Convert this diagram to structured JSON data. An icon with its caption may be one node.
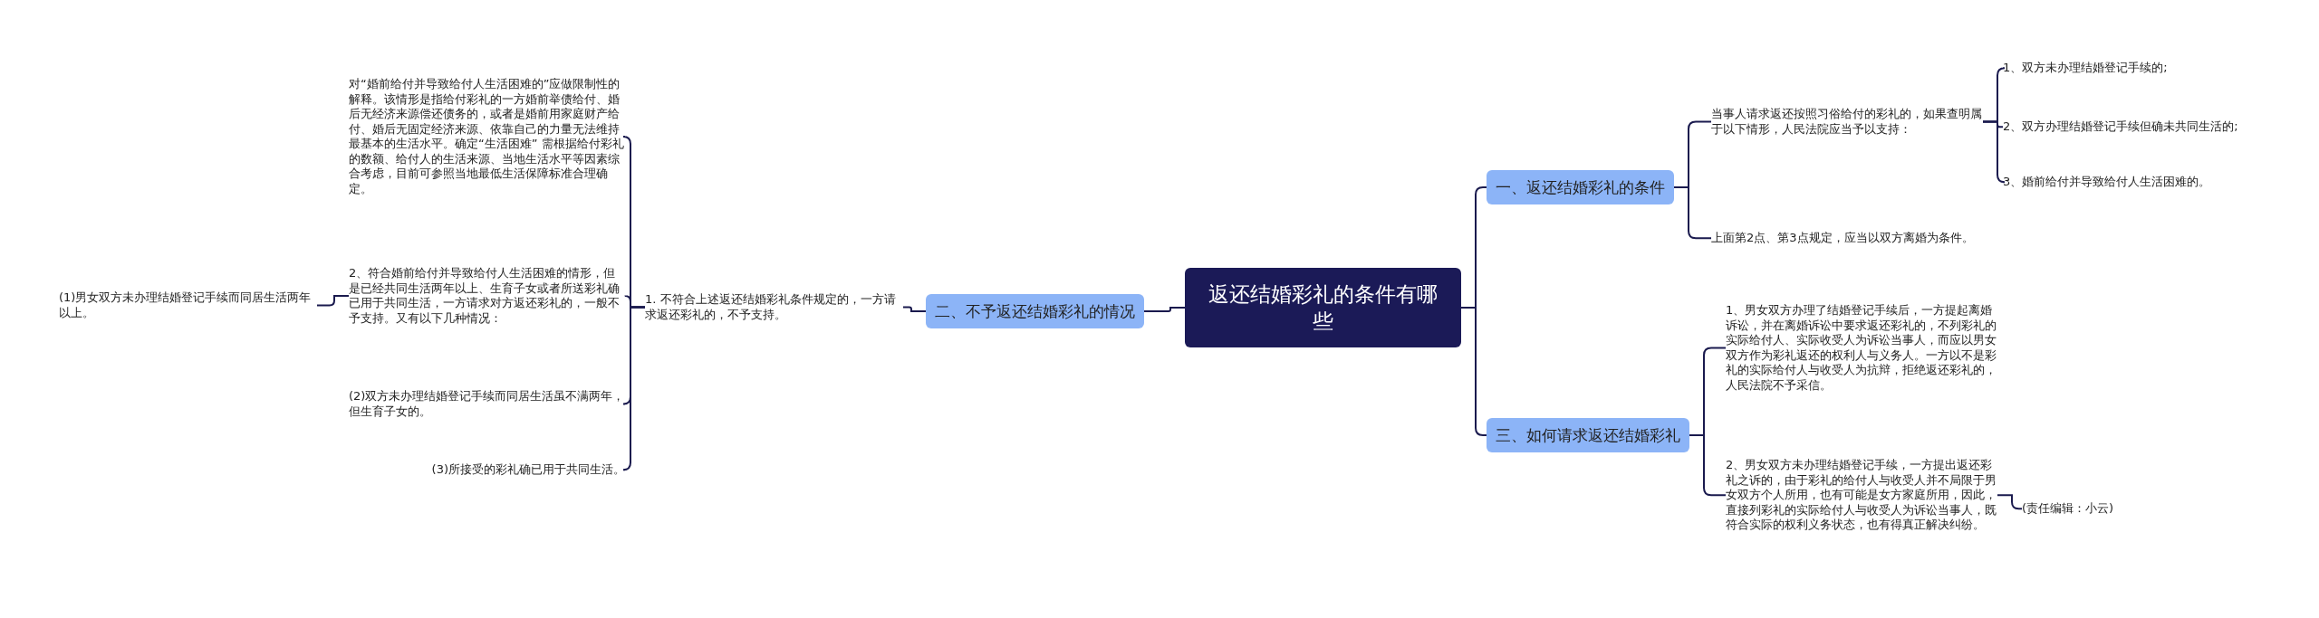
{
  "diagram": {
    "nodes": [
      {
        "text": [
          "返还结婚彩礼的条件有哪些"
        ]
      },
      {
        "text": [
          "一、返还结婚彩礼的条件"
        ]
      },
      {
        "text": [
          "当事人请求返还按照习俗给付的彩礼的，如果查明属于以下情形，人民法院应当予以支持："
        ]
      },
      {
        "text": [
          "1、双方未办理结婚登记手续的;"
        ]
      },
      {
        "text": [
          "2、双方办理结婚登记手续但确未共同生活的;"
        ]
      },
      {
        "text": [
          "3、婚前给付并导致给付人生活困难的。"
        ]
      },
      {
        "text": [
          "上面第2点、第3点规定，应当以双方离婚为条件。"
        ]
      },
      {
        "text": [
          "三、如何请求返还结婚彩礼"
        ]
      },
      {
        "text": [
          "1、男女双方办理了结婚登记手续后，一方提起离婚诉讼，并在离婚诉讼中要求返还彩礼的，不列彩礼的实际给付人、实际收受人为诉讼当事人，而应以男女双方作为彩礼返还的权利人与义务人。一方以不是彩礼的实际给付人与收受人为抗辩，拒绝返还彩礼的，人民法院不予采信。"
        ]
      },
      {
        "text": [
          "2、男女双方未办理结婚登记手续，一方提出返还彩礼之诉的，由于彩礼的给付人与收受人并不局限于男女双方个人所用，也有可能是女方家庭所用，因此，直接列彩礼的实际给付人与收受人为诉讼当事人，既符合实际的权利义务状态，也有得真正解决纠纷。"
        ]
      },
      {
        "text": [
          "(责任编辑：小云)"
        ]
      },
      {
        "text": [
          "二、不予返还结婚彩礼的情况"
        ]
      },
      {
        "text": [
          "1. 不符合上述返还结婚彩礼条件规定的，一方请求返还彩礼的，不予支持。"
        ]
      },
      {
        "text": [
          "对“婚前给付并导致给付人生活困难的”应做限制性的解释。该情形是指给付彩礼的一方婚前举债给付、婚后无经济来源偿还债务的，或者是婚前用家庭财产给付、婚后无固定经济来源、依靠自己的力量无法维持最基本的生活水平。确定“生活困难” 需根据给付彩礼的数额、给付人的生活来源、当地生活水平等因素综合考虑，目前可参照当地最低生活保障标准合理确定。"
        ]
      },
      {
        "text": [
          "2、符合婚前给付并导致给付人生活困难的情形，但是已经共同生活两年以上、生育子女或者所送彩礼确已用于共同生活，一方请求对方返还彩礼的，一般不予支持。又有以下几种情况："
        ]
      },
      {
        "text": [
          "(2)双方未办理结婚登记手续而同居生活虽不满两年，但生育子女的。"
        ]
      },
      {
        "text": [
          "(3)所接受的彩礼确已用于共同生活。"
        ]
      },
      {
        "text": [
          "(1)男女双方未办理结婚登记手续而同居生活两年以上。"
        ]
      }
    ],
    "edges": [
      {
        "from": 0,
        "to": 1,
        "arrow": "none"
      },
      {
        "from": 1,
        "to": 2,
        "arrow": "none"
      },
      {
        "from": 2,
        "to": 3,
        "arrow": "none"
      },
      {
        "from": 2,
        "to": 4,
        "arrow": "none"
      },
      {
        "from": 2,
        "to": 5,
        "arrow": "none"
      },
      {
        "from": 1,
        "to": 6,
        "arrow": "none"
      },
      {
        "from": 0,
        "to": 7,
        "arrow": "none"
      },
      {
        "from": 7,
        "to": 8,
        "arrow": "none"
      },
      {
        "from": 7,
        "to": 9,
        "arrow": "none"
      },
      {
        "from": 9,
        "to": 10,
        "arrow": "none"
      },
      {
        "from": 0,
        "to": 11,
        "arrow": "none"
      },
      {
        "from": 11,
        "to": 12,
        "arrow": "none"
      },
      {
        "from": 12,
        "to": 13,
        "arrow": "none"
      },
      {
        "from": 12,
        "to": 14,
        "arrow": "none"
      },
      {
        "from": 12,
        "to": 15,
        "arrow": "none"
      },
      {
        "from": 12,
        "to": 16,
        "arrow": "none"
      },
      {
        "from": 14,
        "to": 17,
        "arrow": "none"
      }
    ]
  }
}
